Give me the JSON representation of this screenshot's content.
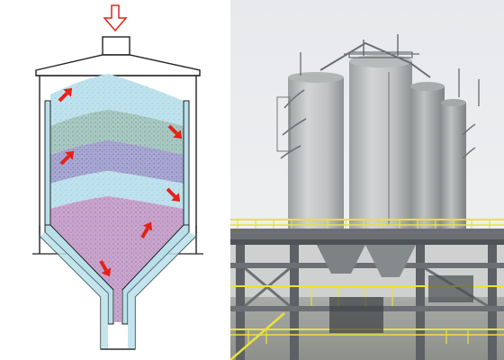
{
  "figure": {
    "left_panel": {
      "kind": "schematic",
      "subject": "silo-cross-section",
      "layer_colors": [
        "#bfe3ee",
        "#a8c8c2",
        "#a7a7d2",
        "#bfe3ee",
        "#c8a4cd"
      ],
      "shell_color": "#b9e0ea",
      "arrow_color": "#e32219",
      "inlet_arrow_color": "#e32219"
    },
    "right_panel": {
      "kind": "photograph",
      "subject": "concrete-silos-on-steel-platform",
      "sky_color": "#e9eaec",
      "concrete_color": "#c2c4c5",
      "railing_color": "#e9e23a",
      "steel_color": "#6c7074"
    }
  }
}
